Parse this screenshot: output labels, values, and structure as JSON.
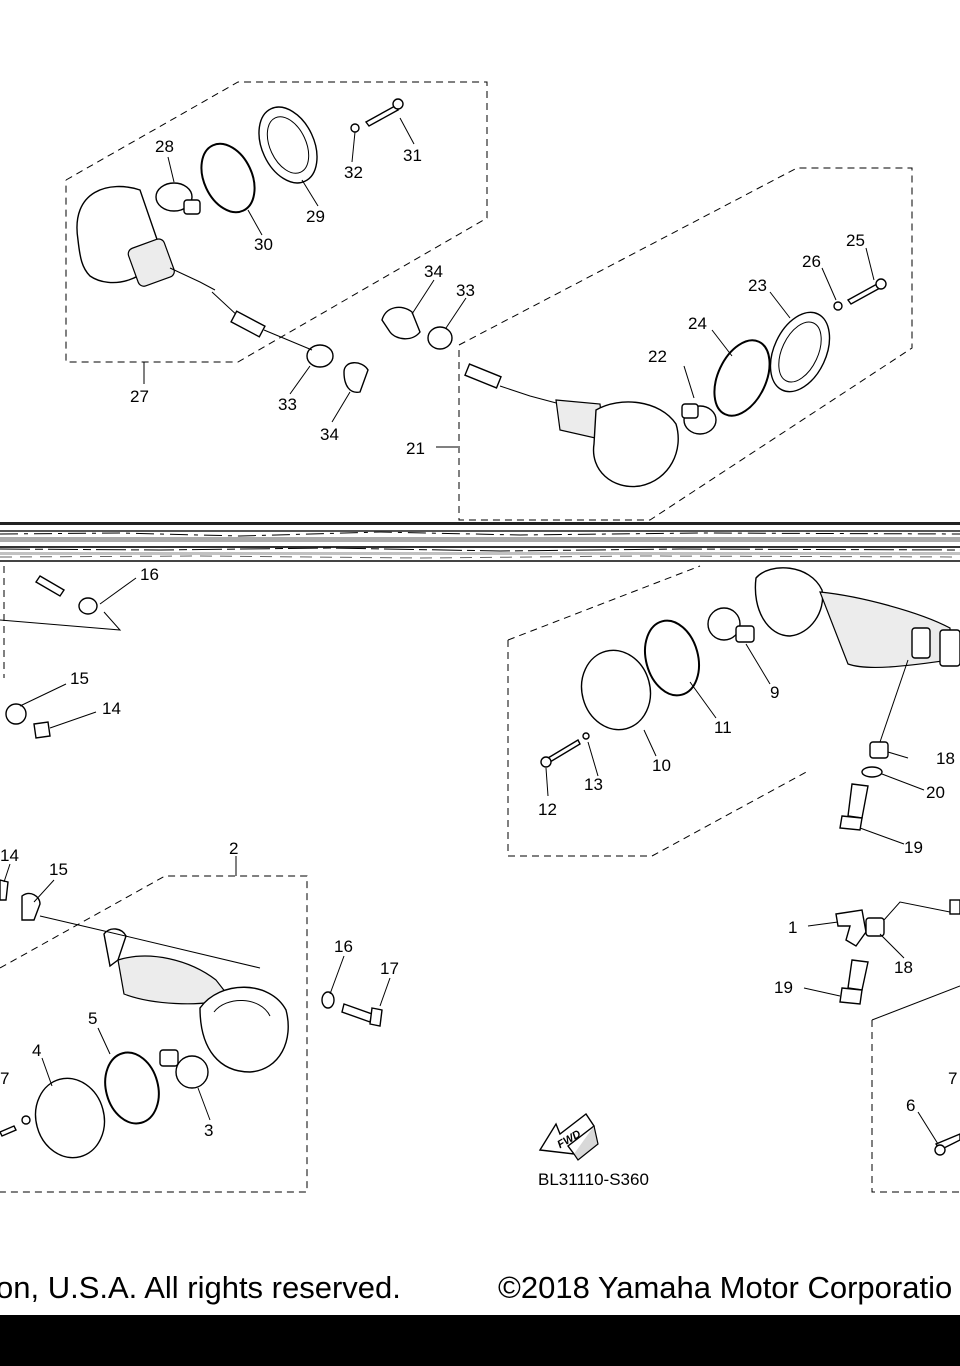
{
  "diagram": {
    "code": "BL31110-S360",
    "fwd_label": "FWD",
    "callouts": {
      "c1": "1",
      "c2": "2",
      "c3": "3",
      "c4": "4",
      "c5": "5",
      "c6": "6",
      "c7a": "7",
      "c7b": "7",
      "c9": "9",
      "c10": "10",
      "c11": "11",
      "c12": "12",
      "c13": "13",
      "c14a": "14",
      "c14b": "14",
      "c15a": "15",
      "c15b": "15",
      "c16a": "16",
      "c16b": "16",
      "c17": "17",
      "c18a": "18",
      "c18b": "18",
      "c19a": "19",
      "c19b": "19",
      "c20": "20",
      "c21": "21",
      "c22": "22",
      "c23": "23",
      "c24": "24",
      "c25": "25",
      "c26": "26",
      "c27": "27",
      "c28": "28",
      "c29": "29",
      "c30": "30",
      "c31": "31",
      "c32": "32",
      "c33a": "33",
      "c33b": "33",
      "c34a": "34",
      "c34b": "34"
    }
  },
  "footer": {
    "left_text": "on, U.S.A. All rights reserved.",
    "right_text": "©2018 Yamaha Motor Corporatio"
  }
}
